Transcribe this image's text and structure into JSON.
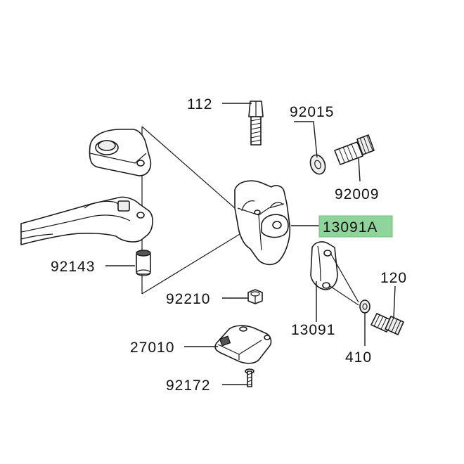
{
  "diagram": {
    "highlight_color": "#8fd49a",
    "parts": [
      {
        "id": "p112",
        "number": "112"
      },
      {
        "id": "p92015",
        "number": "92015"
      },
      {
        "id": "p92009",
        "number": "92009"
      },
      {
        "id": "p13091A",
        "number": "13091A",
        "highlighted": true
      },
      {
        "id": "p92143",
        "number": "92143"
      },
      {
        "id": "p120",
        "number": "120"
      },
      {
        "id": "p92210",
        "number": "92210"
      },
      {
        "id": "p13091",
        "number": "13091"
      },
      {
        "id": "p27010",
        "number": "27010"
      },
      {
        "id": "p410",
        "number": "410"
      },
      {
        "id": "p92172",
        "number": "92172"
      }
    ]
  }
}
